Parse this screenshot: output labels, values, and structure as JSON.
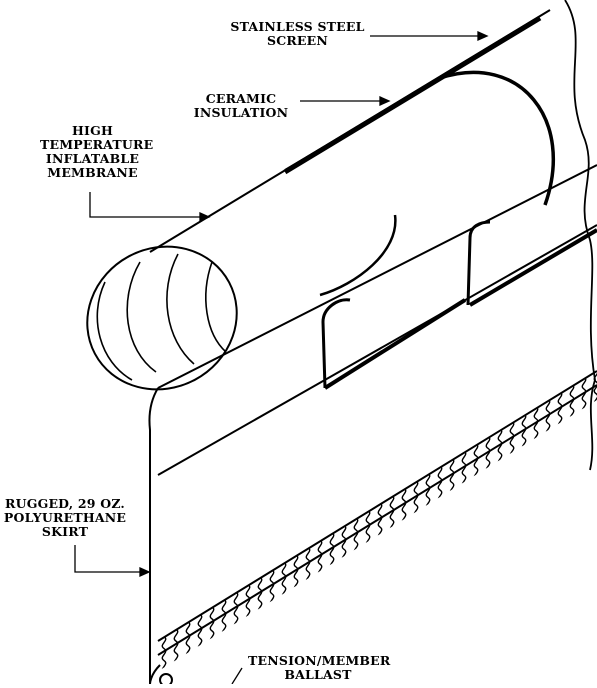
{
  "labels": {
    "stainless_steel_screen": [
      "STAINLESS STEEL",
      "SCREEN"
    ],
    "ceramic_insulation": [
      "CERAMIC",
      "INSULATION"
    ],
    "inflatable_membrane": [
      "HIGH",
      "TEMPERATURE",
      "INFLATABLE",
      "MEMBRANE"
    ],
    "skirt": [
      "RUGGED, 29 OZ.",
      "POLYURETHANE",
      "SKIRT"
    ],
    "ballast": [
      "TENSION/MEMBER",
      "BALLAST"
    ]
  },
  "colors": {
    "ink": "#000000",
    "background": "#ffffff"
  }
}
